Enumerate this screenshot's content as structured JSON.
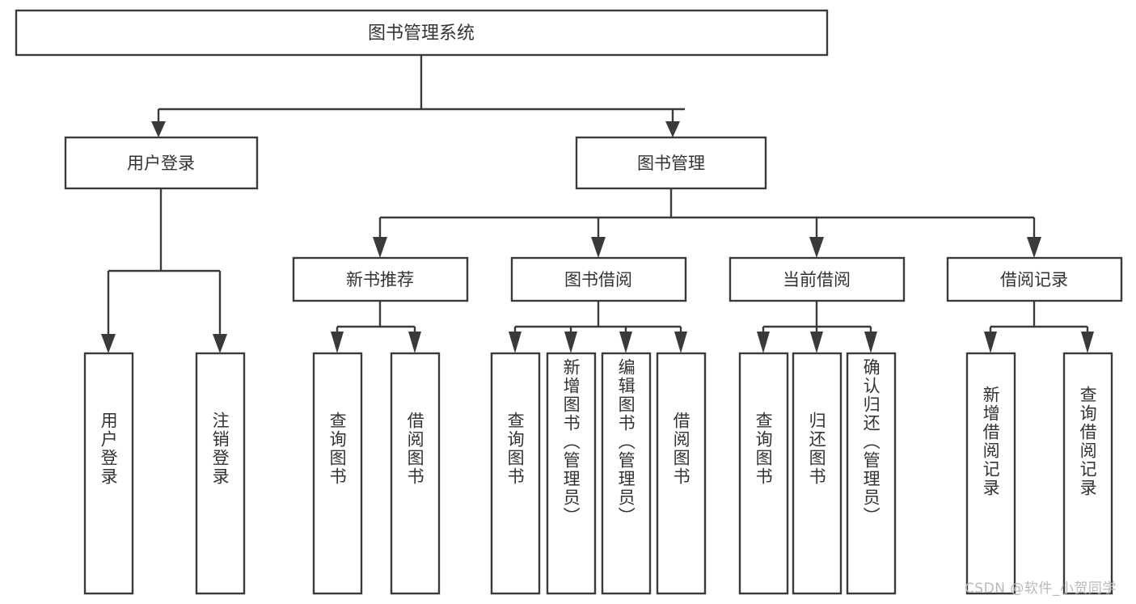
{
  "diagram": {
    "type": "tree",
    "title": "图书管理系统",
    "orientation": "top-down",
    "colors": {
      "stroke": "#3a3a3a",
      "fill": "#ffffff",
      "text": "#333333",
      "background": "#ffffff",
      "watermark": "#b9b9b9"
    },
    "root": {
      "label": "图书管理系统",
      "text_direction": "horizontal"
    },
    "level2": [
      {
        "id": "user-login",
        "label": "用户登录",
        "text_direction": "horizontal"
      },
      {
        "id": "book-manage",
        "label": "图书管理",
        "text_direction": "horizontal"
      }
    ],
    "level3": [
      {
        "id": "new-book-recommend",
        "label": "新书推荐",
        "parent": "book-manage",
        "text_direction": "horizontal"
      },
      {
        "id": "book-borrow",
        "label": "图书借阅",
        "parent": "book-manage",
        "text_direction": "horizontal"
      },
      {
        "id": "current-borrow",
        "label": "当前借阅",
        "parent": "book-manage",
        "text_direction": "horizontal"
      },
      {
        "id": "borrow-record",
        "label": "借阅记录",
        "parent": "book-manage",
        "text_direction": "horizontal"
      }
    ],
    "leaves": [
      {
        "id": "leaf-user-login",
        "label": "用户登录",
        "parent": "user-login",
        "text_direction": "vertical"
      },
      {
        "id": "leaf-user-logout",
        "label": "注销登录",
        "parent": "user-login",
        "text_direction": "vertical"
      },
      {
        "id": "leaf-query-book-1",
        "label": "查询图书",
        "parent": "new-book-recommend",
        "text_direction": "vertical"
      },
      {
        "id": "leaf-borrow-book-1",
        "label": "借阅图书",
        "parent": "new-book-recommend",
        "text_direction": "vertical"
      },
      {
        "id": "leaf-query-book-2",
        "label": "查询图书",
        "parent": "book-borrow",
        "text_direction": "vertical"
      },
      {
        "id": "leaf-add-book",
        "label": "新增图书（管理员）",
        "parent": "book-borrow",
        "text_direction": "vertical"
      },
      {
        "id": "leaf-edit-book",
        "label": "编辑图书（管理员）",
        "parent": "book-borrow",
        "text_direction": "vertical"
      },
      {
        "id": "leaf-borrow-book-2",
        "label": "借阅图书",
        "parent": "book-borrow",
        "text_direction": "vertical"
      },
      {
        "id": "leaf-query-book-3",
        "label": "查询图书",
        "parent": "current-borrow",
        "text_direction": "vertical"
      },
      {
        "id": "leaf-return-book",
        "label": "归还图书",
        "parent": "current-borrow",
        "text_direction": "vertical"
      },
      {
        "id": "leaf-confirm-return",
        "label": "确认归还（管理员）",
        "parent": "current-borrow",
        "text_direction": "vertical"
      },
      {
        "id": "leaf-add-record",
        "label": "新增借阅记录",
        "parent": "borrow-record",
        "text_direction": "vertical"
      },
      {
        "id": "leaf-query-record",
        "label": "查询借阅记录",
        "parent": "borrow-record",
        "text_direction": "vertical"
      }
    ]
  },
  "watermark": {
    "text": "CSDN @软件_小贺同学"
  }
}
